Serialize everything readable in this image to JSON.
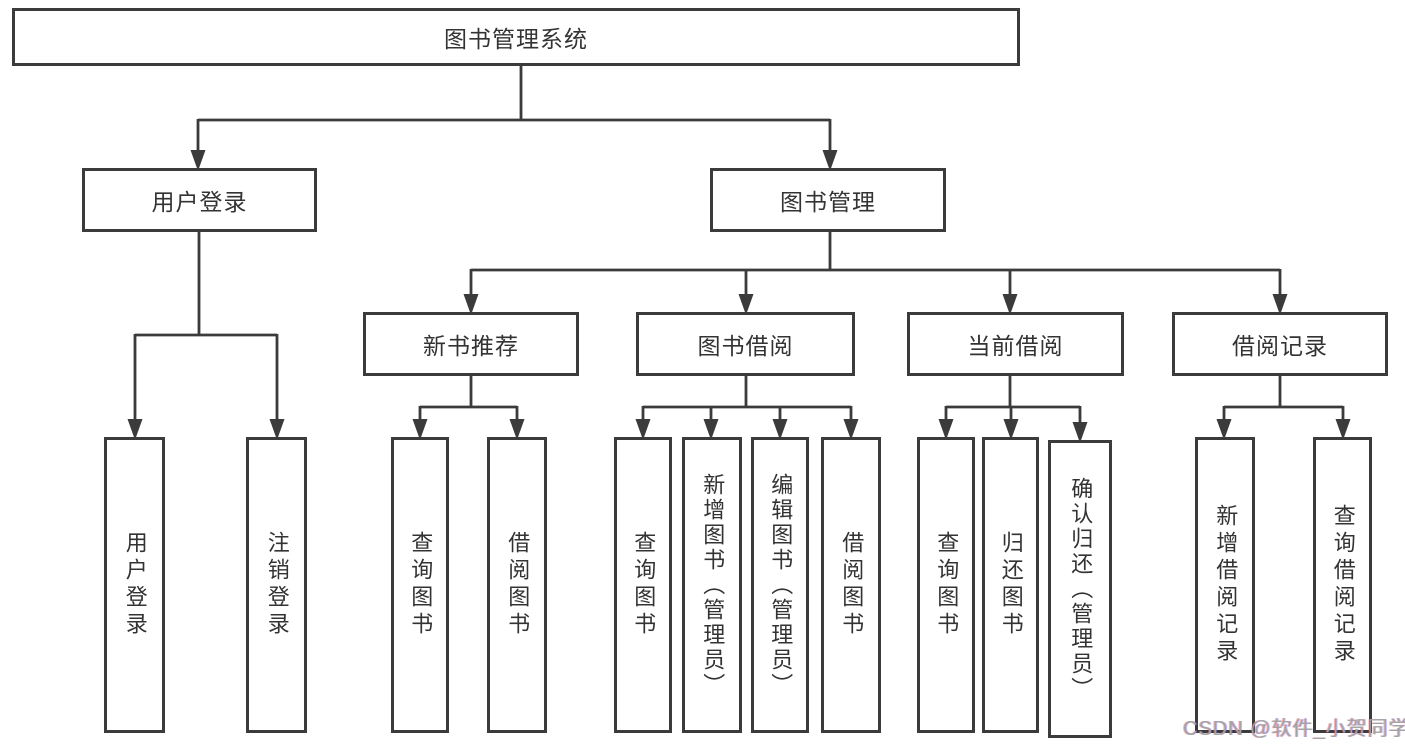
{
  "colors": {
    "line": "#3b3b3b",
    "box_border": "#3b3b3b",
    "box_fill": "#ffffff",
    "text": "#333333",
    "background": "#ffffff",
    "watermark_text": "#a3a3a3"
  },
  "tree": {
    "label": "图书管理系统",
    "children": [
      {
        "label": "用户登录",
        "children": [
          {
            "label": "用户登录"
          },
          {
            "label": "注销登录"
          }
        ]
      },
      {
        "label": "图书管理",
        "children": [
          {
            "label": "新书推荐",
            "children": [
              {
                "label": "查询图书"
              },
              {
                "label": "借阅图书"
              }
            ]
          },
          {
            "label": "图书借阅",
            "children": [
              {
                "label": "查询图书"
              },
              {
                "label": "新增图书（管理员）"
              },
              {
                "label": "编辑图书（管理员）"
              },
              {
                "label": "借阅图书"
              }
            ]
          },
          {
            "label": "当前借阅",
            "children": [
              {
                "label": "查询图书"
              },
              {
                "label": "归还图书"
              },
              {
                "label": "确认归还（管理员）"
              }
            ]
          },
          {
            "label": "借阅记录",
            "children": [
              {
                "label": "新增借阅记录"
              },
              {
                "label": "查询借阅记录"
              }
            ]
          }
        ]
      }
    ]
  },
  "watermark": {
    "text": "CSDN @软件_小贺同学"
  }
}
